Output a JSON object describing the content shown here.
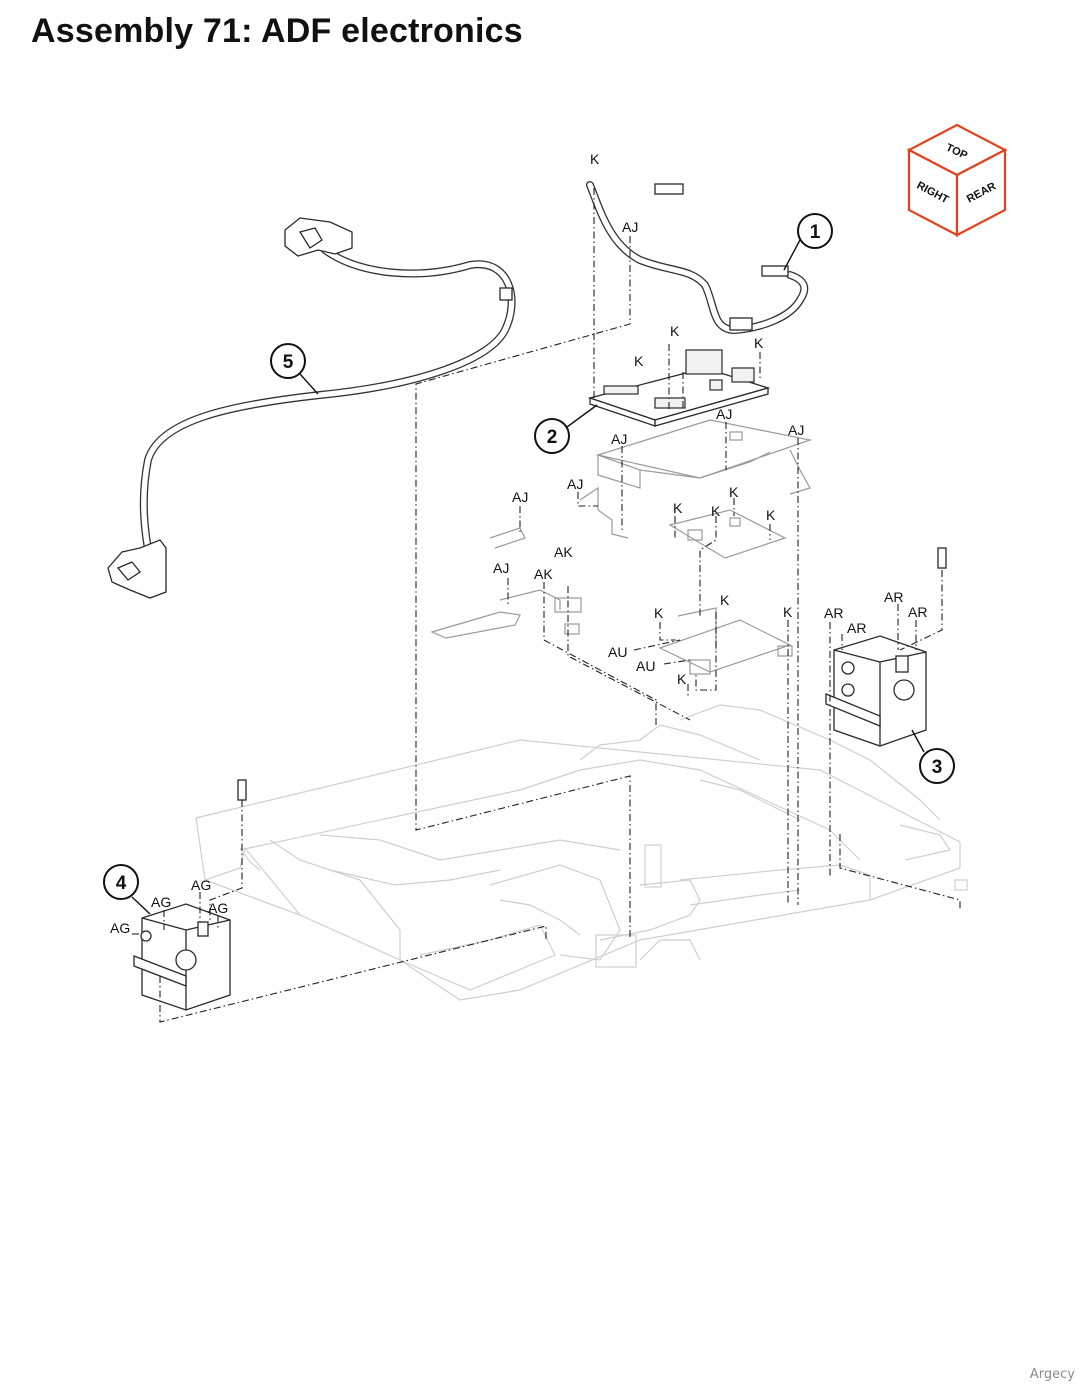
{
  "title": "Assembly 71: ADF electronics",
  "footer": "Argecy",
  "orientation": {
    "top": "TOP",
    "right": "RIGHT",
    "rear": "REAR",
    "accent": "#e0441f"
  },
  "callouts": [
    "1",
    "2",
    "3",
    "4",
    "5"
  ],
  "labels": {
    "k": "K",
    "aj": "AJ",
    "ak": "AK",
    "au": "AU",
    "ar": "AR",
    "ag": "AG"
  }
}
